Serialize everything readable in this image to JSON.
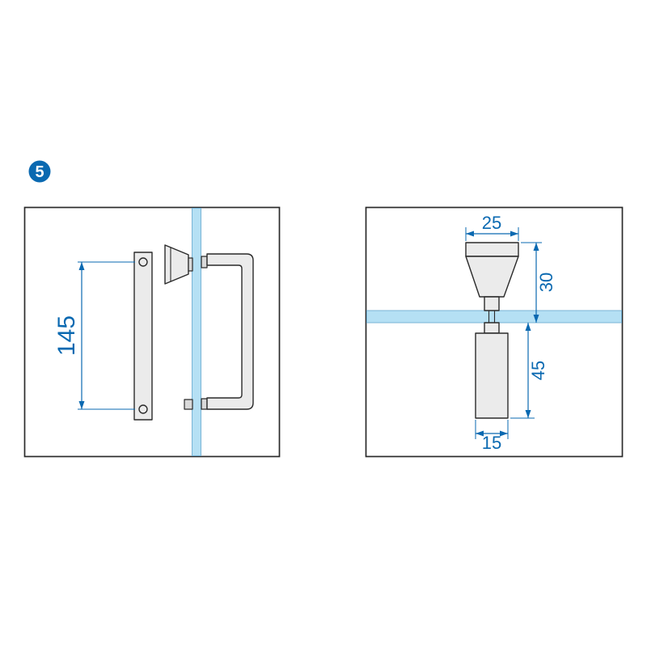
{
  "figure": {
    "badge_number": "5"
  },
  "colors": {
    "accent_blue": "#0a69b1",
    "glass_blue": "#b5e0f4",
    "part_gray": "#ebebeb",
    "outline_dark": "#2a2a2a"
  },
  "left_view": {
    "dimensions": {
      "handle_length": "145"
    }
  },
  "right_view": {
    "dimensions": {
      "knob_top_width": "25",
      "knob_height": "30",
      "grip_length": "45",
      "grip_width": "15"
    }
  }
}
